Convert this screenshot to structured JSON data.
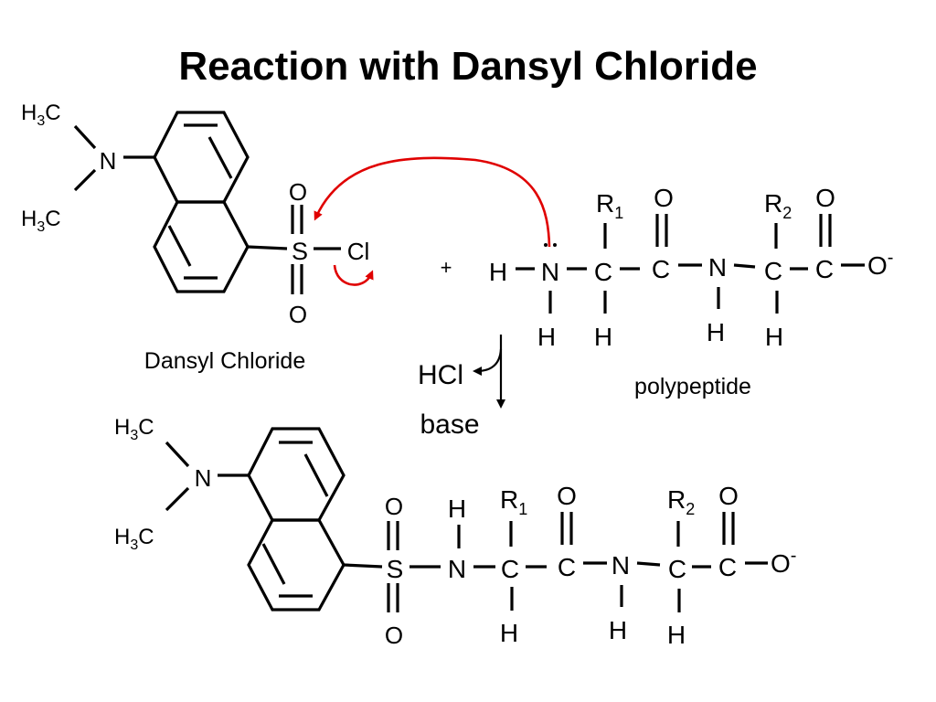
{
  "slide": {
    "title": "Reaction with Dansyl Chloride",
    "labels": {
      "dansyl_chloride": "Dansyl Chloride",
      "polypeptide": "polypeptide",
      "plus": "+",
      "byproduct": "HCl",
      "condition": "base"
    }
  },
  "atoms": {
    "H": "H",
    "C": "C",
    "N": "N",
    "O": "O",
    "S": "S",
    "Cl": "Cl",
    "sub3": "3",
    "R": "R",
    "sub1": "1",
    "sub2": "2",
    "minus": "-"
  },
  "colors": {
    "curved_arrow": "#e00000",
    "text": "#000000",
    "background": "#ffffff"
  }
}
